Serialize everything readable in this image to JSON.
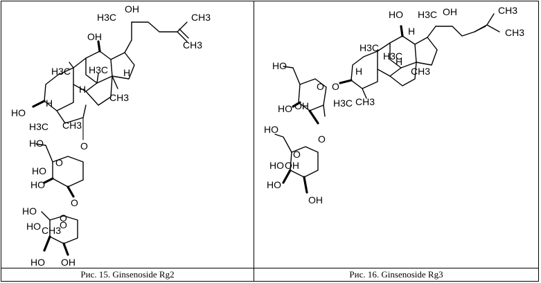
{
  "figures": [
    {
      "caption": "Рис. 15. Ginsenoside Rg2",
      "atom_labels": [
        "H3C",
        "OH",
        "CH3",
        "CH3",
        "OH",
        "H3C",
        "H3C",
        "H",
        "H",
        "HO",
        "H",
        "CH3",
        "H3C",
        "CH3",
        "O",
        "HO",
        "O",
        "HO",
        "HO",
        "O",
        "O",
        "HO",
        "O",
        "HO",
        "CH3",
        "HO",
        "OH"
      ]
    },
    {
      "caption": "Рис. 16. Ginsenoside Rg3",
      "atom_labels": [
        "HO",
        "H3C",
        "OH",
        "CH3",
        "H3C",
        "H",
        "H3C",
        "CH3",
        "H",
        "H",
        "CH3",
        "HO",
        "O",
        "O",
        "HO",
        "OH",
        "H3C",
        "CH3",
        "HO",
        "O",
        "O",
        "HO",
        "OH",
        "HO",
        "OH"
      ]
    }
  ]
}
